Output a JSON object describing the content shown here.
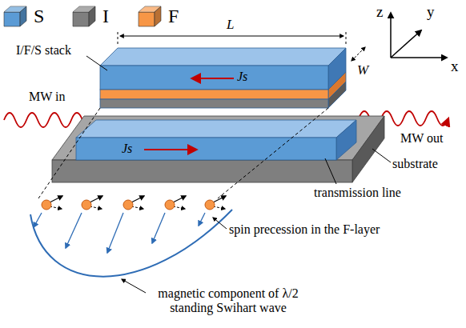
{
  "diagram": {
    "labels": [
      "z",
      "y",
      "x",
      "L",
      "W",
      "I/F/S stack",
      "Js",
      "MW in",
      "Js",
      "MW out",
      "substrate",
      "transmission line",
      "spin precession in the F-layer",
      "magnetic component of λ/2 standing Swihart wave"
    ],
    "legend": [
      {
        "text": "S",
        "color": "#5b9bd5"
      },
      {
        "text": "I",
        "color": "#7f7f7f"
      },
      {
        "text": "F",
        "color": "#f79646"
      }
    ]
  }
}
